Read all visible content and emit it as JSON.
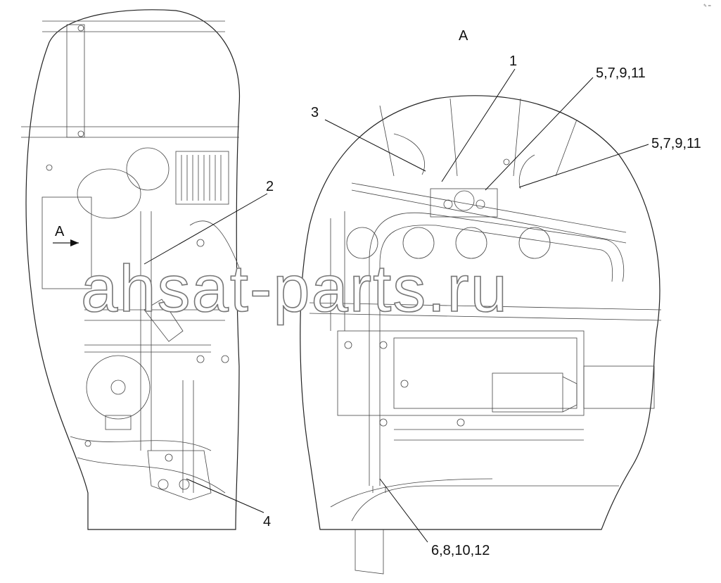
{
  "view_label": "A",
  "arrow_label": "A",
  "callouts": {
    "c1": "1",
    "c2": "2",
    "c3": "3",
    "c4": "4",
    "c5a": "5,7,9,11",
    "c5b": "5,7,9,11",
    "c6": "6,8,10,12"
  },
  "watermark": "ahsat-parts.ru",
  "corner_mark": "✎ ═"
}
